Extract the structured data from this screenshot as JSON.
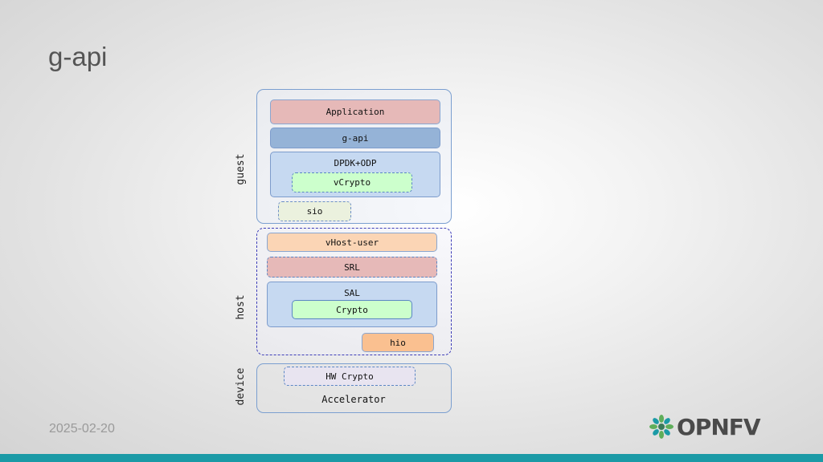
{
  "slide": {
    "title": "g-api",
    "date": "2025-02-20"
  },
  "diagram": {
    "layers": {
      "guest": "guest",
      "host": "host",
      "device": "device"
    },
    "guest": {
      "application": "Application",
      "gapi": "g-api",
      "dpdk_odp": "DPDK+ODP",
      "vcrypto": "vCrypto",
      "sio": "sio"
    },
    "host": {
      "vhost_user": "vHost-user",
      "srl": "SRL",
      "sal": "SAL",
      "crypto": "Crypto",
      "hio": "hio"
    },
    "device": {
      "hw_crypto": "HW Crypto",
      "accelerator": "Accelerator"
    }
  },
  "logo": {
    "text": "OPNFV",
    "icon": "opnfv-flower-icon"
  },
  "colors": {
    "accent_bar": "#1b9aa6",
    "application": "#e6b9b8",
    "gapi": "#95b3d7",
    "dpdk_odp": "#c6d9f1",
    "crypto": "#ccffcc",
    "vhost_user": "#fbd5b5",
    "hio": "#fac090"
  }
}
